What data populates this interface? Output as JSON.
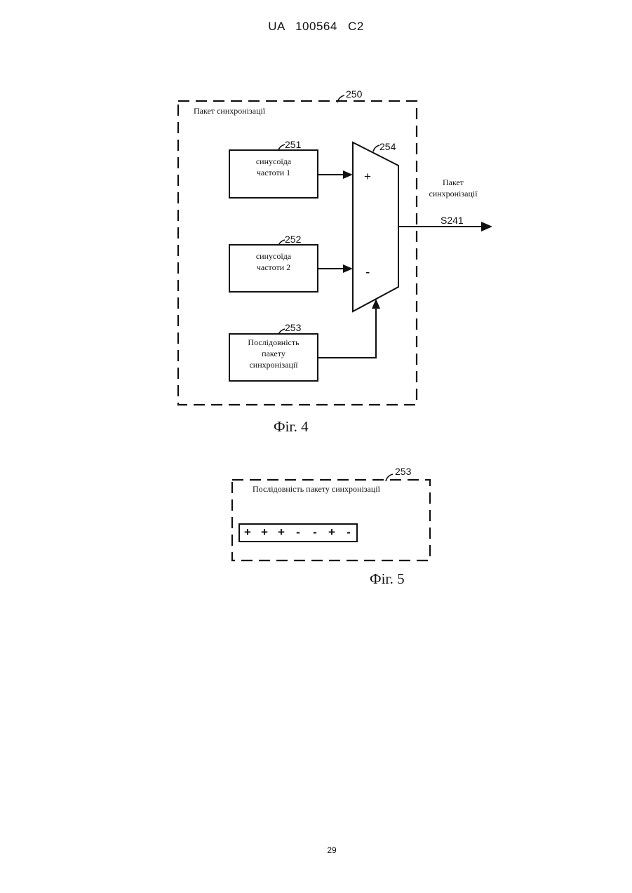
{
  "header": {
    "text": "UA   100564   C2"
  },
  "figure4": {
    "outer": {
      "ref": "250",
      "title": "Пакет синхронізації"
    },
    "blocks": [
      {
        "ref": "251",
        "lines": [
          "синусоїда",
          "частоти 1"
        ]
      },
      {
        "ref": "252",
        "lines": [
          "синусоїда",
          "частоти 2"
        ]
      },
      {
        "ref": "253",
        "lines": [
          "Послідовність",
          "пакету",
          "синхронізації"
        ]
      }
    ],
    "mux": {
      "ref": "254",
      "plus": "+",
      "minus": "-"
    },
    "output": {
      "lines": [
        "Пакет",
        "синхронізації"
      ],
      "signal": "S241"
    },
    "caption": "Фіг. 4"
  },
  "figure5": {
    "ref": "253",
    "title": "Послідовність пакету синхронізації",
    "sequence": [
      "+",
      "+",
      "+",
      "-",
      "-",
      "+",
      "-"
    ],
    "caption": "Фіг. 5"
  },
  "page_number": "29"
}
